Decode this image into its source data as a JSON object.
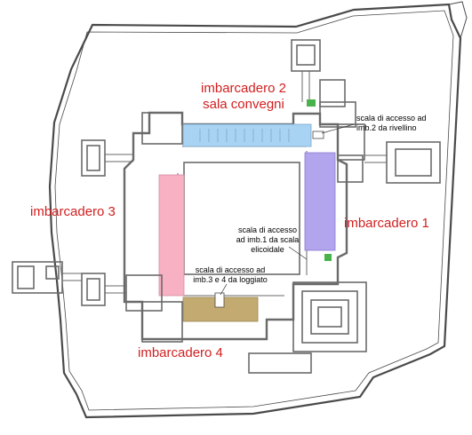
{
  "colors": {
    "label_red": "#d21f1f",
    "imbarcadero_1": "#b3a4ee",
    "imbarcadero_2": "#a9d3f2",
    "imbarcadero_3": "#f7b1c3",
    "imbarcadero_4": "#c3aa70",
    "walls": "#6a6a6a",
    "outline": "#4a4a4a",
    "stairs_green": "#49b24a"
  },
  "labels": {
    "imbarcadero_1": "imbarcadero 1",
    "imbarcadero_2_line1": "imbarcadero 2",
    "imbarcadero_2_line2": "sala convegni",
    "imbarcadero_3": "imbarcadero 3",
    "imbarcadero_4": "imbarcadero 4"
  },
  "annotations": {
    "rivellino_line1": "scala di accesso ad",
    "rivellino_line2": "imb.2 da rivellino",
    "elicoidale_line1": "scala di accesso",
    "elicoidale_line2": "ad imb.1 da scala",
    "elicoidale_line3": "elicoidale",
    "loggiato_line1": "scala di accesso ad",
    "loggiato_line2": "imb.3 e 4 da loggiato"
  }
}
